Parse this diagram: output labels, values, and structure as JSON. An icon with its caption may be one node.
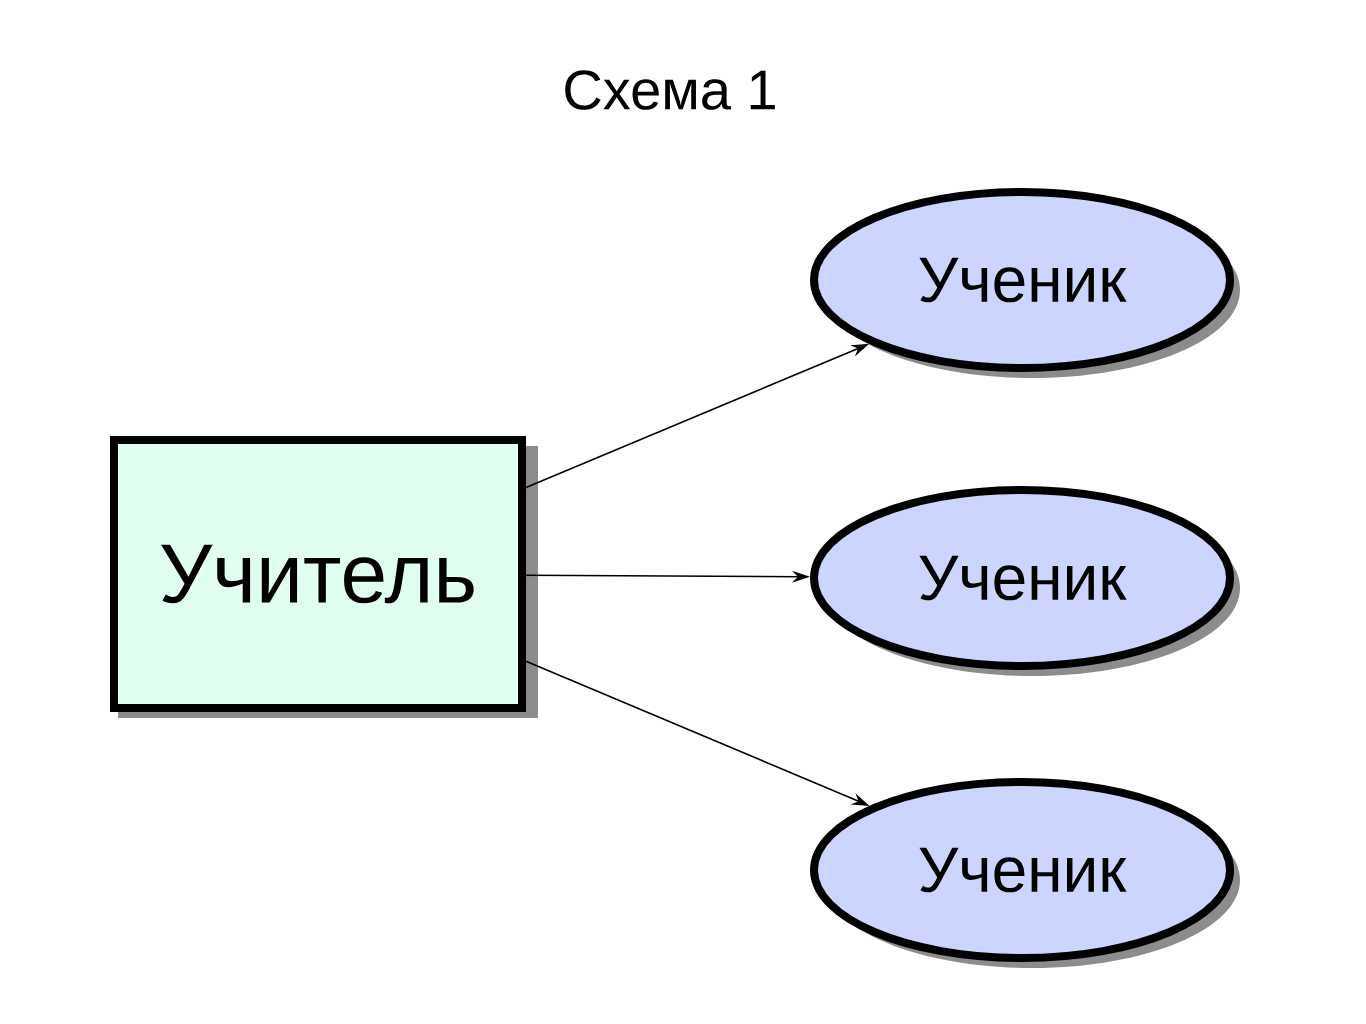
{
  "diagram": {
    "title": "Схема 1",
    "nodes": [
      {
        "text": [
          "Учитель"
        ]
      },
      {
        "text": [
          "Ученик"
        ]
      },
      {
        "text": [
          "Ученик"
        ]
      },
      {
        "text": [
          "Ученик"
        ]
      }
    ],
    "edges": [
      {
        "from": 0,
        "to": 1,
        "arrow": "to"
      },
      {
        "from": 0,
        "to": 2,
        "arrow": "to"
      },
      {
        "from": 0,
        "to": 3,
        "arrow": "to"
      }
    ]
  }
}
